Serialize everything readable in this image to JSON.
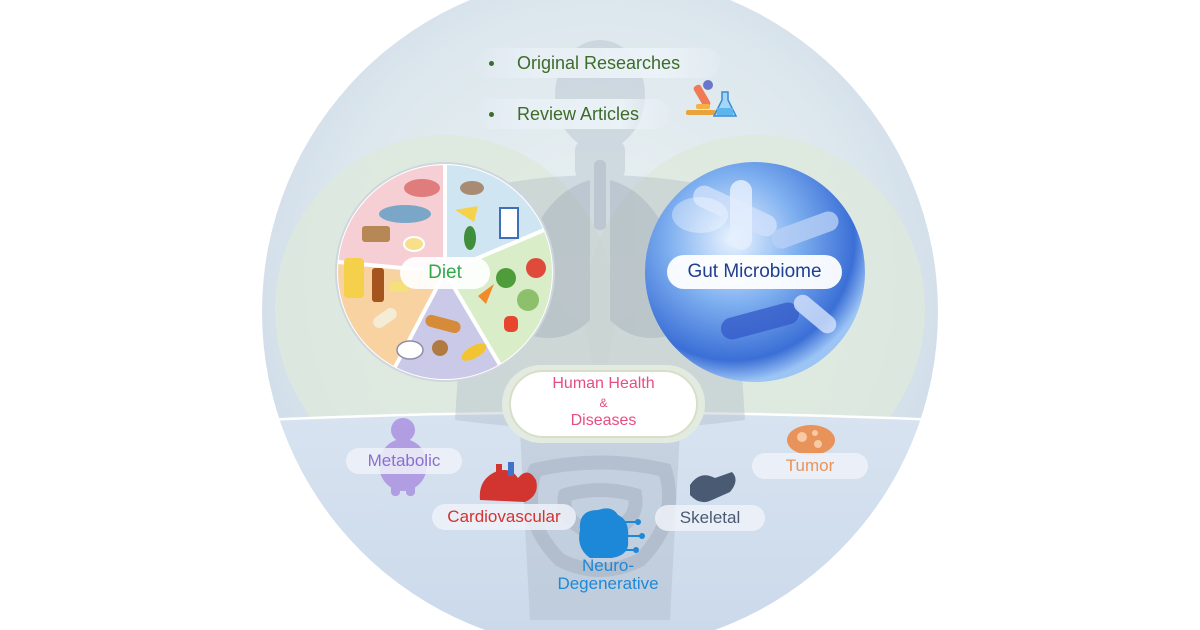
{
  "article_types": [
    {
      "label": "Original Researches"
    },
    {
      "label": "Review Articles"
    }
  ],
  "diet": {
    "label": "Diet",
    "icon": "food-plate-icon"
  },
  "microbiome": {
    "label": "Gut Microbiome",
    "icon": "bacteria-sphere-icon"
  },
  "center": {
    "line1": "Human Health",
    "line2": "&",
    "line3": "Diseases"
  },
  "diseases": {
    "metabolic": {
      "label": "Metabolic",
      "icon": "obese-person-icon"
    },
    "cardiovascular": {
      "label": "Cardiovascular",
      "icon": "heart-icon"
    },
    "neuro": {
      "line1": "Neuro-",
      "line2": "Degenerative",
      "icon": "brain-circuit-icon"
    },
    "skeletal": {
      "label": "Skeletal",
      "icon": "bone-joint-icon"
    },
    "tumor": {
      "label": "Tumor",
      "icon": "tumor-cell-icon"
    }
  },
  "colors": {
    "article_text": "#3c6b2a",
    "diet": "#2eaa4a",
    "microbiome": "#1f3f8f",
    "center": "#e84d82",
    "metabolic": "#8a6fd0",
    "cardiovascular": "#d2342f",
    "neuro": "#1e88d8",
    "skeletal": "#4a5a72",
    "tumor": "#e8935a"
  }
}
